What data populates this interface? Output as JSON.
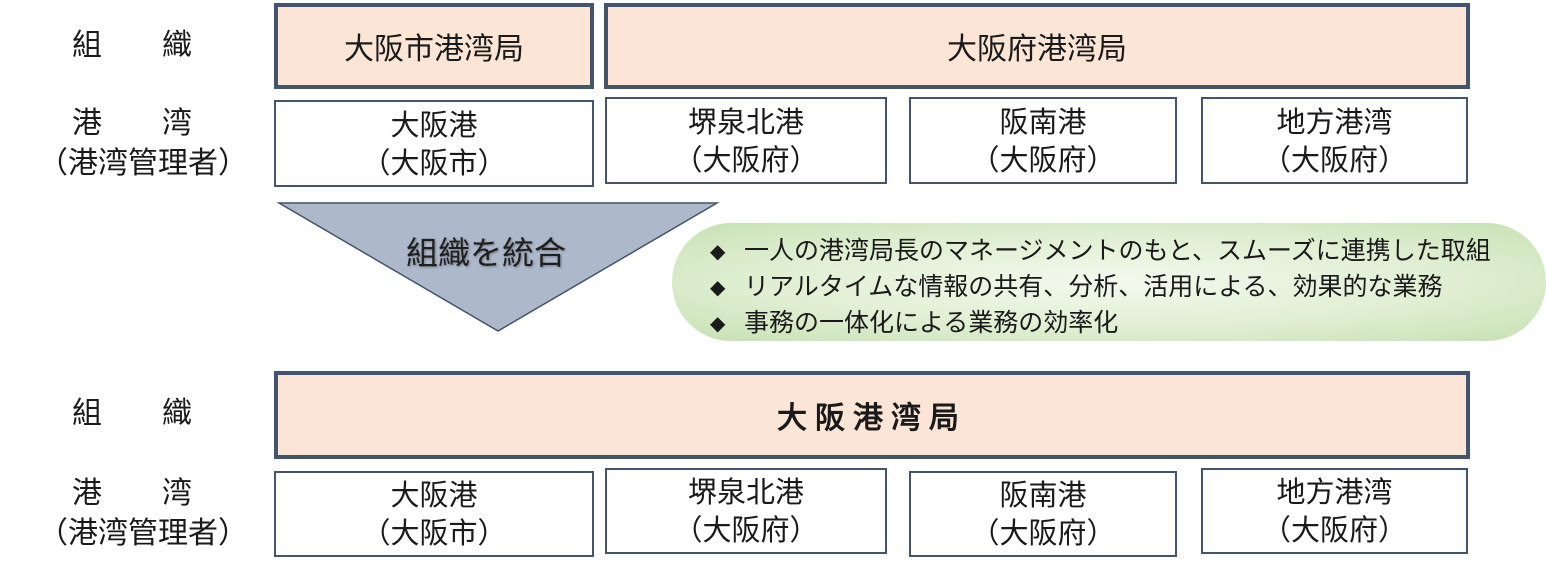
{
  "before": {
    "label_org": "組　　織",
    "label_port": "港　　湾",
    "label_manager": "（港湾管理者）",
    "orgs": [
      "大阪市港湾局",
      "大阪府港湾局"
    ],
    "ports": [
      {
        "name": "大阪港",
        "manager": "（大阪市）"
      },
      {
        "name": "堺泉北港",
        "manager": "（大阪府）"
      },
      {
        "name": "阪南港",
        "manager": "（大阪府）"
      },
      {
        "name": "地方港湾",
        "manager": "（大阪府）"
      }
    ]
  },
  "arrow": {
    "label": "組織を統合"
  },
  "benefits": {
    "bullet": "◆",
    "items": [
      "一人の港湾局長のマネージメントのもと、スムーズに連携した取組",
      "リアルタイムな情報の共有、分析、活用による、効果的な業務",
      "事務の一体化による業務の効率化"
    ]
  },
  "after": {
    "label_org": "組　　織",
    "label_port": "港　　湾",
    "label_manager": "（港湾管理者）",
    "org": "大阪港湾局",
    "ports": [
      {
        "name": "大阪港",
        "manager": "（大阪市）"
      },
      {
        "name": "堺泉北港",
        "manager": "（大阪府）"
      },
      {
        "name": "阪南港",
        "manager": "（大阪府）"
      },
      {
        "name": "地方港湾",
        "manager": "（大阪府）"
      }
    ]
  },
  "colors": {
    "org_fill": "#fbe5d6",
    "border": "#44546a",
    "arrow_fill": "#adb9ca",
    "benefit_fill": "#e2f0d9"
  }
}
